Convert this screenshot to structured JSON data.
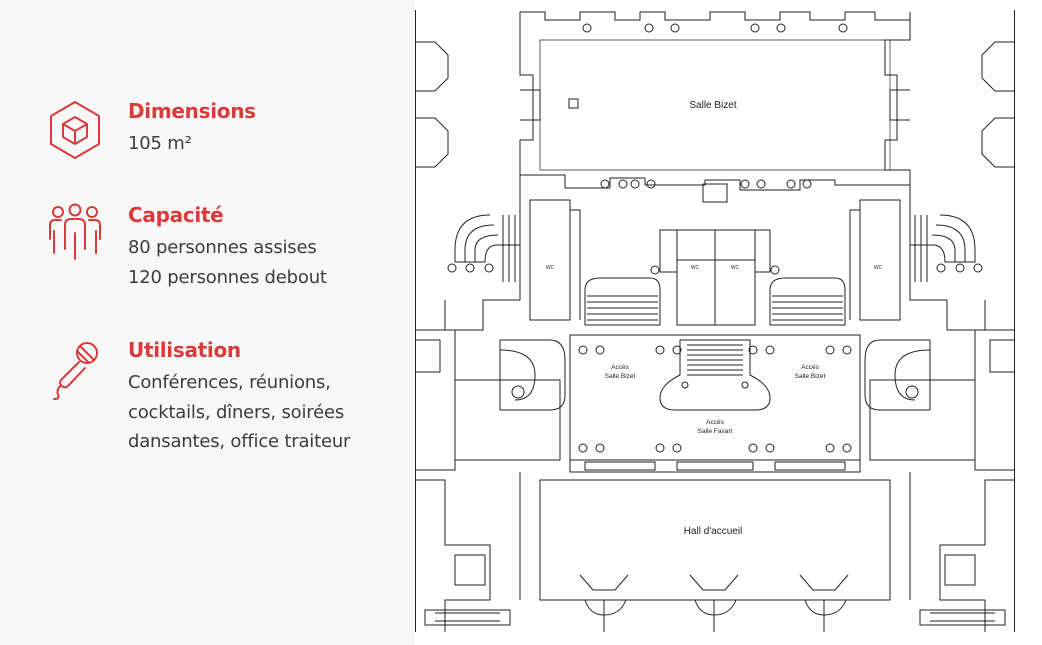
{
  "features": {
    "dimensions": {
      "icon": "cube-icon",
      "title": "Dimensions",
      "lines": [
        "105 m²"
      ]
    },
    "capacity": {
      "icon": "people-icon",
      "title": "Capacité",
      "lines": [
        "80 personnes assises",
        "120 personnes debout"
      ]
    },
    "usage": {
      "icon": "microphone-icon",
      "title": "Utilisation",
      "lines": [
        "Conférences, réunions,",
        "cocktails, dîners, soirées",
        "dansantes, office traiteur"
      ]
    }
  },
  "floor_plan": {
    "rooms": {
      "salle_bizet": "Salle Bizet",
      "hall": "Hall d'accueil",
      "wc": "WC"
    },
    "access_left": [
      "Accès",
      "Salle Bizet"
    ],
    "access_right": [
      "Accès",
      "Salle Bizet"
    ],
    "access_center": [
      "Accès",
      "Salle Favart"
    ]
  },
  "colors": {
    "accent": "#d93a3a",
    "text": "#3c3c3c",
    "panel_background": "#f8f8f8",
    "plan_line": "#222222"
  }
}
